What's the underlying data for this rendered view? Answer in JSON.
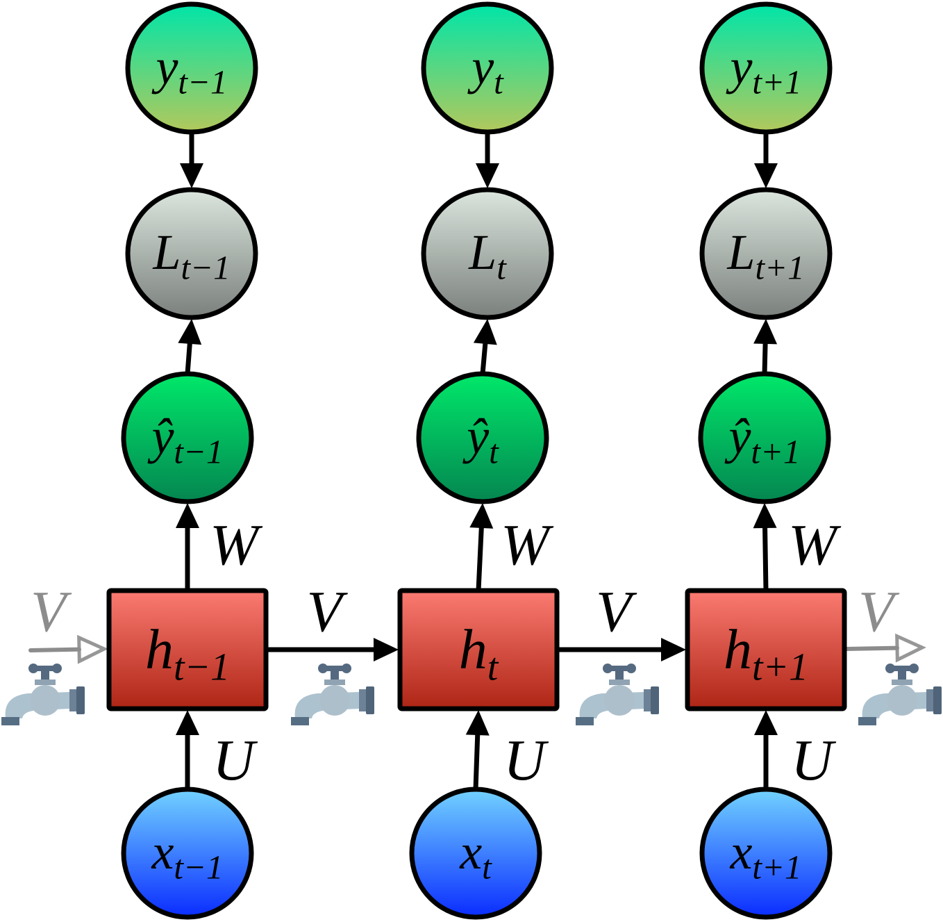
{
  "title": "Unrolled RNN diagram",
  "columns": [
    {
      "y": {
        "main": "y",
        "sub": "t−1"
      },
      "L": {
        "main": "L",
        "sub": "t−1"
      },
      "yhat": {
        "main": "ŷ",
        "sub": "t−1"
      },
      "h": {
        "main": "h",
        "sub": "t−1"
      },
      "x": {
        "main": "x",
        "sub": "t−1"
      }
    },
    {
      "y": {
        "main": "y",
        "sub": "t"
      },
      "L": {
        "main": "L",
        "sub": "t"
      },
      "yhat": {
        "main": "ŷ",
        "sub": "t"
      },
      "h": {
        "main": "h",
        "sub": "t"
      },
      "x": {
        "main": "x",
        "sub": "t"
      }
    },
    {
      "y": {
        "main": "y",
        "sub": "t+1"
      },
      "L": {
        "main": "L",
        "sub": "t+1"
      },
      "yhat": {
        "main": "ŷ",
        "sub": "t+1"
      },
      "h": {
        "main": "h",
        "sub": "t+1"
      },
      "x": {
        "main": "x",
        "sub": "t+1"
      }
    }
  ],
  "weights": {
    "W": "W",
    "U": "U",
    "V": "V"
  },
  "icons": [
    "faucet-icon"
  ],
  "colors": {
    "target": [
      "#00e5a8",
      "#b2c85c"
    ],
    "loss": [
      "#dbe6de",
      "#7b807d"
    ],
    "prediction": [
      "#00e86a",
      "#048650"
    ],
    "hidden": [
      "#fb7b72",
      "#ae2515"
    ],
    "input": [
      "#72d2ff",
      "#0a2cff"
    ],
    "faded": "#8c8c8c"
  }
}
